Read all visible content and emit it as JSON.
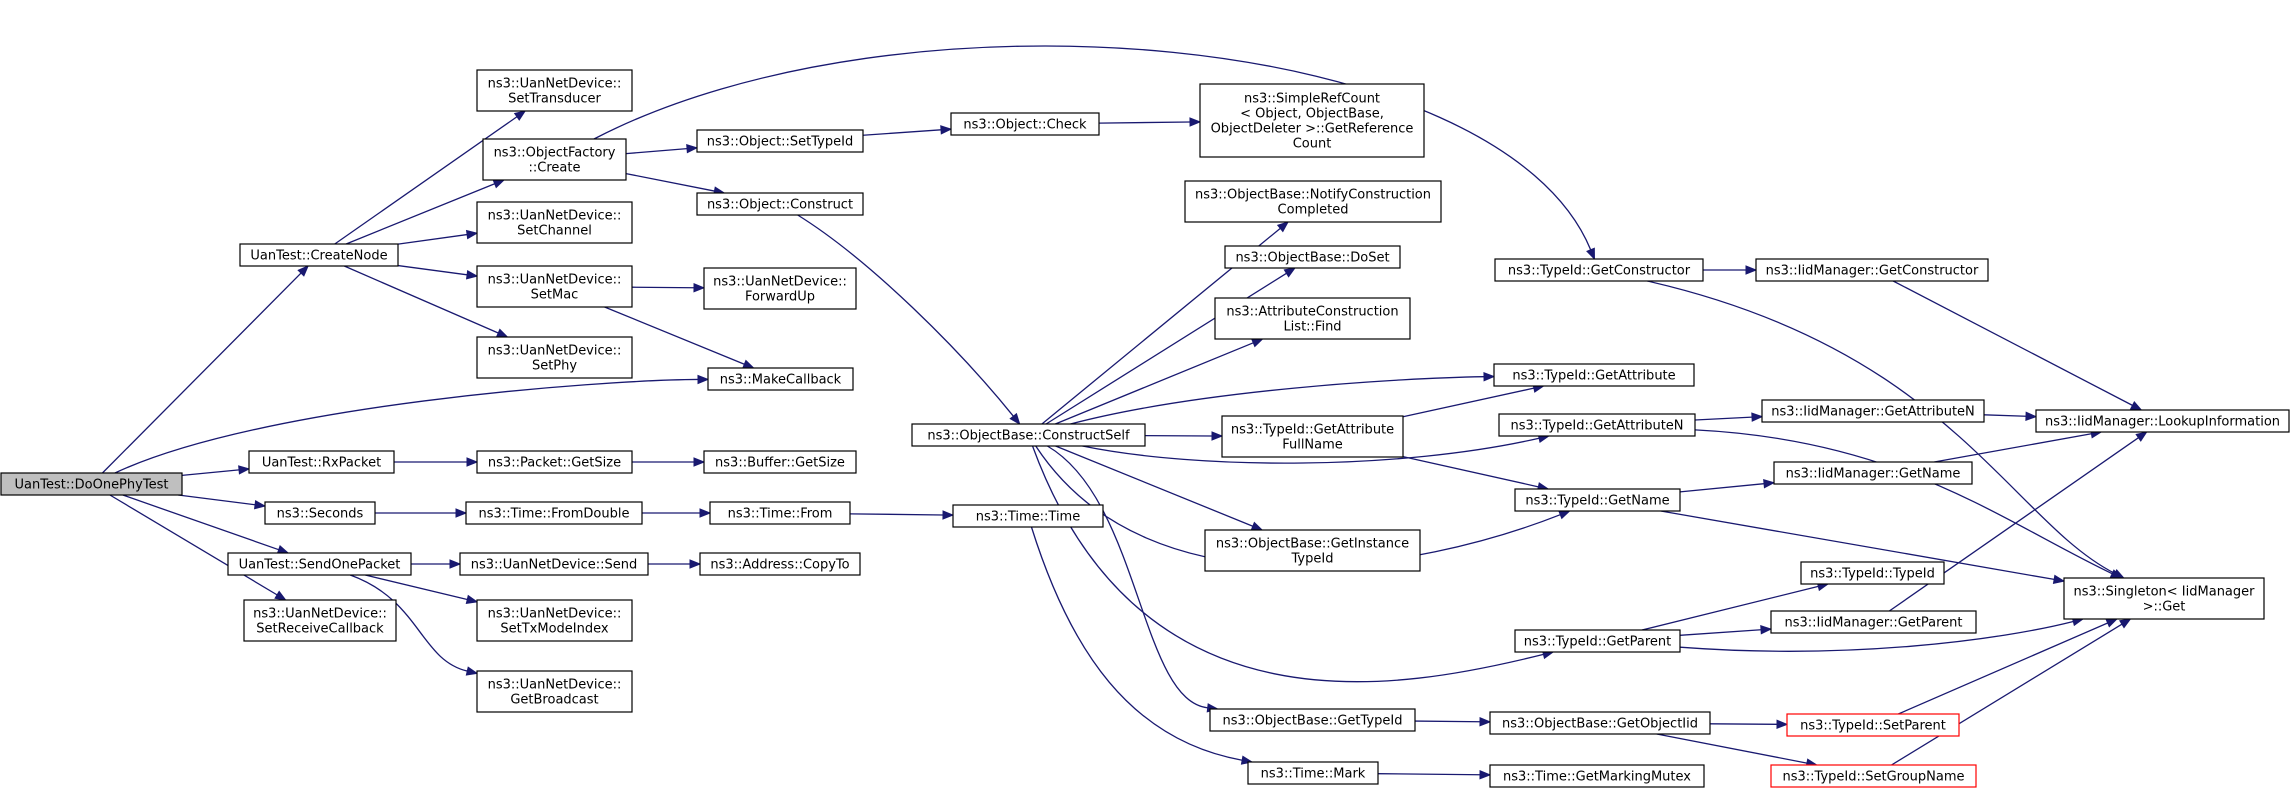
{
  "colors": {
    "edge": "#191970",
    "highlight_border": "#ff0000",
    "root_fill": "#bfbfbf"
  },
  "nodes": {
    "dophy": {
      "lines": [
        "UanTest::DoOnePhyTest"
      ]
    },
    "createnode": {
      "lines": [
        "UanTest::CreateNode"
      ]
    },
    "rxpacket": {
      "lines": [
        "UanTest::RxPacket"
      ]
    },
    "seconds": {
      "lines": [
        "ns3::Seconds"
      ]
    },
    "sendonepacket": {
      "lines": [
        "UanTest::SendOnePacket"
      ]
    },
    "setrecvcb": {
      "lines": [
        "ns3::UanNetDevice::",
        "SetReceiveCallback"
      ]
    },
    "settransducer": {
      "lines": [
        "ns3::UanNetDevice::",
        "SetTransducer"
      ]
    },
    "objfactory": {
      "lines": [
        "ns3::ObjectFactory",
        "::Create"
      ]
    },
    "setchannel": {
      "lines": [
        "ns3::UanNetDevice::",
        "SetChannel"
      ]
    },
    "setmac": {
      "lines": [
        "ns3::UanNetDevice::",
        "SetMac"
      ]
    },
    "setphy": {
      "lines": [
        "ns3::UanNetDevice::",
        "SetPhy"
      ]
    },
    "makecallback": {
      "lines": [
        "ns3::MakeCallback"
      ]
    },
    "pktgetsize": {
      "lines": [
        "ns3::Packet::GetSize"
      ]
    },
    "timefromdouble": {
      "lines": [
        "ns3::Time::FromDouble"
      ]
    },
    "uansend": {
      "lines": [
        "ns3::UanNetDevice::Send"
      ]
    },
    "settxmode": {
      "lines": [
        "ns3::UanNetDevice::",
        "SetTxModeIndex"
      ]
    },
    "getbroadcast": {
      "lines": [
        "ns3::UanNetDevice::",
        "GetBroadcast"
      ]
    },
    "forwardup": {
      "lines": [
        "ns3::UanNetDevice::",
        "ForwardUp"
      ]
    },
    "bufgetsize": {
      "lines": [
        "ns3::Buffer::GetSize"
      ]
    },
    "timefrom": {
      "lines": [
        "ns3::Time::From"
      ]
    },
    "copyto": {
      "lines": [
        "ns3::Address::CopyTo"
      ]
    },
    "settypeid": {
      "lines": [
        "ns3::Object::SetTypeId"
      ]
    },
    "construct": {
      "lines": [
        "ns3::Object::Construct"
      ]
    },
    "check": {
      "lines": [
        "ns3::Object::Check"
      ]
    },
    "refcount": {
      "lines": [
        "ns3::SimpleRefCount",
        "< Object, ObjectBase,",
        "ObjectDeleter >::GetReference",
        "Count"
      ]
    },
    "constructself": {
      "lines": [
        "ns3::ObjectBase::ConstructSelf"
      ]
    },
    "timetime": {
      "lines": [
        "ns3::Time::Time"
      ]
    },
    "notifyconstr": {
      "lines": [
        "ns3::ObjectBase::NotifyConstruction",
        "Completed"
      ]
    },
    "doset": {
      "lines": [
        "ns3::ObjectBase::DoSet"
      ]
    },
    "attrfind": {
      "lines": [
        "ns3::AttributeConstruction",
        "List::Find"
      ]
    },
    "getattrfullname": {
      "lines": [
        "ns3::TypeId::GetAttribute",
        "FullName"
      ]
    },
    "getinsttypeid": {
      "lines": [
        "ns3::ObjectBase::GetInstance",
        "TypeId"
      ]
    },
    "obgettypeid": {
      "lines": [
        "ns3::ObjectBase::GetTypeId"
      ]
    },
    "timemark": {
      "lines": [
        "ns3::Time::Mark"
      ]
    },
    "getconstructor": {
      "lines": [
        "ns3::TypeId::GetConstructor"
      ]
    },
    "getattribute": {
      "lines": [
        "ns3::TypeId::GetAttribute"
      ]
    },
    "getattributen": {
      "lines": [
        "ns3::TypeId::GetAttributeN"
      ]
    },
    "getname": {
      "lines": [
        "ns3::TypeId::GetName"
      ]
    },
    "getparent": {
      "lines": [
        "ns3::TypeId::GetParent"
      ]
    },
    "getobjectiid": {
      "lines": [
        "ns3::ObjectBase::GetObjectIid"
      ]
    },
    "getmarkingmutex": {
      "lines": [
        "ns3::Time::GetMarkingMutex"
      ]
    },
    "iidgetconstr": {
      "lines": [
        "ns3::IidManager::GetConstructor"
      ]
    },
    "iidgetattrn": {
      "lines": [
        "ns3::IidManager::GetAttributeN"
      ]
    },
    "iidgetname": {
      "lines": [
        "ns3::IidManager::GetName"
      ]
    },
    "typeidtypeid": {
      "lines": [
        "ns3::TypeId::TypeId"
      ]
    },
    "iidgetparent": {
      "lines": [
        "ns3::IidManager::GetParent"
      ]
    },
    "setparent": {
      "lines": [
        "ns3::TypeId::SetParent"
      ]
    },
    "setgroupname": {
      "lines": [
        "ns3::TypeId::SetGroupName"
      ]
    },
    "lookupinfo": {
      "lines": [
        "ns3::IidManager::LookupInformation"
      ]
    },
    "singletonget": {
      "lines": [
        "ns3::Singleton< IidManager",
        ">::Get"
      ]
    }
  }
}
